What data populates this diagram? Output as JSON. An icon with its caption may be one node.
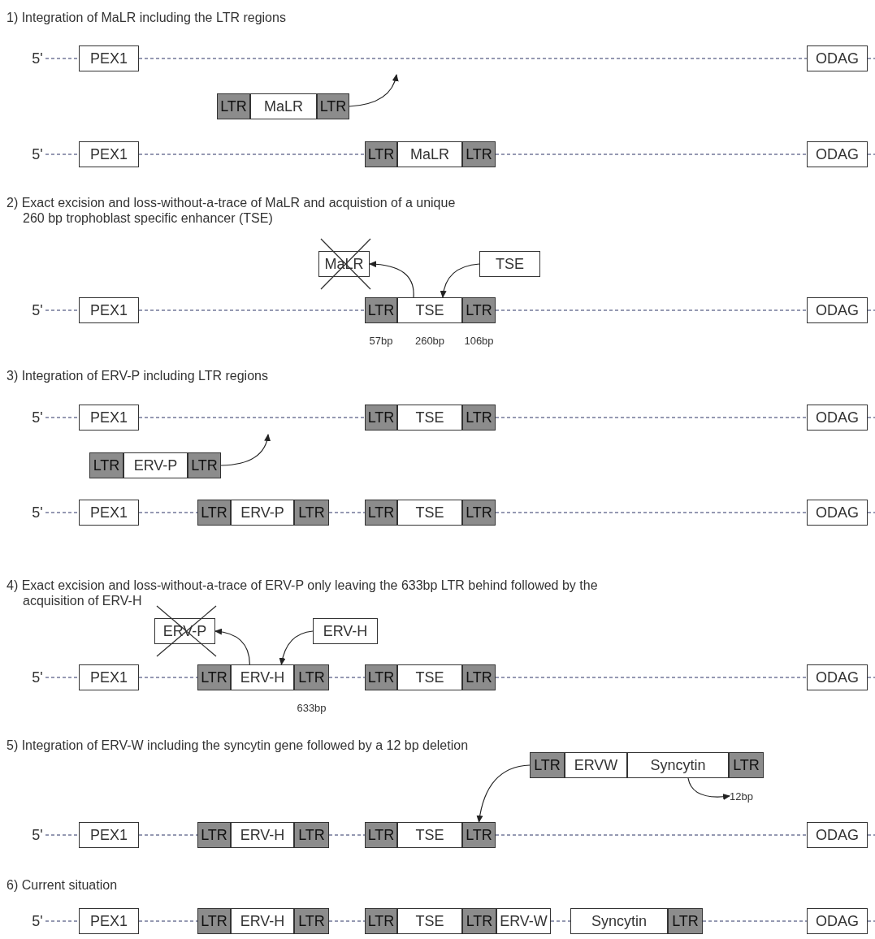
{
  "diagram": {
    "nodes": [
      {
        "text": [
          "5'"
        ]
      },
      {
        "text": [
          "PEX1"
        ]
      },
      {
        "text": [
          "ODAG"
        ]
      },
      {
        "text": [
          "LTR"
        ]
      },
      {
        "text": [
          "MaLR"
        ]
      },
      {
        "text": [
          "LTR"
        ]
      },
      {
        "text": [
          "5'"
        ]
      },
      {
        "text": [
          "PEX1"
        ]
      },
      {
        "text": [
          "LTR"
        ]
      },
      {
        "text": [
          "MaLR"
        ]
      },
      {
        "text": [
          "LTR"
        ]
      },
      {
        "text": [
          "ODAG"
        ]
      },
      {
        "text": [
          "MaLR"
        ]
      },
      {
        "text": [
          "TSE"
        ]
      },
      {
        "text": [
          "5'"
        ]
      },
      {
        "text": [
          "PEX1"
        ]
      },
      {
        "text": [
          "LTR"
        ],
        "beside": [
          "57bp"
        ]
      },
      {
        "text": [
          "TSE"
        ],
        "beside": [
          "260bp"
        ]
      },
      {
        "text": [
          "LTR"
        ],
        "beside": [
          "106bp"
        ]
      },
      {
        "text": [
          "ODAG"
        ]
      },
      {
        "text": [
          "5'"
        ]
      },
      {
        "text": [
          "PEX1"
        ]
      },
      {
        "text": [
          "LTR"
        ]
      },
      {
        "text": [
          "TSE"
        ]
      },
      {
        "text": [
          "LTR"
        ]
      },
      {
        "text": [
          "ODAG"
        ]
      },
      {
        "text": [
          "LTR"
        ]
      },
      {
        "text": [
          "ERV-P"
        ]
      },
      {
        "text": [
          "LTR"
        ]
      },
      {
        "text": [
          "5'"
        ]
      },
      {
        "text": [
          "PEX1"
        ]
      },
      {
        "text": [
          "LTR"
        ]
      },
      {
        "text": [
          "ERV-P"
        ]
      },
      {
        "text": [
          "LTR"
        ]
      },
      {
        "text": [
          "LTR"
        ]
      },
      {
        "text": [
          "TSE"
        ]
      },
      {
        "text": [
          "LTR"
        ]
      },
      {
        "text": [
          "ODAG"
        ]
      },
      {
        "text": [
          "ERV-P"
        ]
      },
      {
        "text": [
          "ERV-H"
        ]
      },
      {
        "text": [
          "5'"
        ]
      },
      {
        "text": [
          "PEX1"
        ]
      },
      {
        "text": [
          "LTR"
        ]
      },
      {
        "text": [
          "ERV-H"
        ]
      },
      {
        "text": [
          "LTR"
        ],
        "beside": [
          "633bp"
        ]
      },
      {
        "text": [
          "LTR"
        ]
      },
      {
        "text": [
          "TSE"
        ]
      },
      {
        "text": [
          "LTR"
        ]
      },
      {
        "text": [
          "ODAG"
        ]
      },
      {
        "text": [
          "LTR"
        ]
      },
      {
        "text": [
          "ERVW"
        ]
      },
      {
        "text": [
          "Syncytin"
        ]
      },
      {
        "text": [
          "LTR"
        ]
      },
      {
        "text": [
          "12bp"
        ]
      },
      {
        "text": [
          "5'"
        ]
      },
      {
        "text": [
          "PEX1"
        ]
      },
      {
        "text": [
          "LTR"
        ]
      },
      {
        "text": [
          "ERV-H"
        ]
      },
      {
        "text": [
          "LTR"
        ]
      },
      {
        "text": [
          "LTR"
        ]
      },
      {
        "text": [
          "TSE"
        ]
      },
      {
        "text": [
          "LTR"
        ]
      },
      {
        "text": [
          "ODAG"
        ]
      },
      {
        "text": [
          "5'"
        ]
      },
      {
        "text": [
          "PEX1"
        ]
      },
      {
        "text": [
          "LTR"
        ]
      },
      {
        "text": [
          "ERV-H"
        ]
      },
      {
        "text": [
          "LTR"
        ]
      },
      {
        "text": [
          "LTR"
        ]
      },
      {
        "text": [
          "TSE"
        ]
      },
      {
        "text": [
          "LTR"
        ]
      },
      {
        "text": [
          "ERV-W"
        ]
      },
      {
        "text": [
          "Syncytin"
        ]
      },
      {
        "text": [
          "LTR"
        ]
      },
      {
        "text": [
          "ODAG"
        ]
      }
    ],
    "edges": [
      {
        "from": 0,
        "to": 1,
        "arrow": "none",
        "style": "dashed"
      },
      {
        "from": 1,
        "to": 2,
        "arrow": "none",
        "style": "dashed"
      },
      {
        "from": 2,
        "to": null,
        "arrow": "none",
        "style": "dashed"
      },
      {
        "from": 5,
        "to": null,
        "arrow": "to"
      },
      {
        "from": 6,
        "to": 7,
        "arrow": "none",
        "style": "dashed"
      },
      {
        "from": 7,
        "to": 8,
        "arrow": "none",
        "style": "dashed"
      },
      {
        "from": 10,
        "to": 11,
        "arrow": "none",
        "style": "dashed"
      },
      {
        "from": 11,
        "to": null,
        "arrow": "none",
        "style": "dashed"
      },
      {
        "from": 17,
        "to": 12,
        "arrow": "to"
      },
      {
        "from": 13,
        "to": 17,
        "arrow": "to"
      },
      {
        "from": 14,
        "to": 15,
        "arrow": "none",
        "style": "dashed"
      },
      {
        "from": 15,
        "to": 16,
        "arrow": "none",
        "style": "dashed"
      },
      {
        "from": 18,
        "to": 19,
        "arrow": "none",
        "style": "dashed"
      },
      {
        "from": 19,
        "to": null,
        "arrow": "none",
        "style": "dashed"
      },
      {
        "from": 20,
        "to": 21,
        "arrow": "none",
        "style": "dashed"
      },
      {
        "from": 21,
        "to": 22,
        "arrow": "none",
        "style": "dashed"
      },
      {
        "from": 24,
        "to": 25,
        "arrow": "none",
        "style": "dashed"
      },
      {
        "from": 25,
        "to": null,
        "arrow": "none",
        "style": "dashed"
      },
      {
        "from": 28,
        "to": null,
        "arrow": "to"
      },
      {
        "from": 29,
        "to": 30,
        "arrow": "none",
        "style": "dashed"
      },
      {
        "from": 30,
        "to": 31,
        "arrow": "none",
        "style": "dashed"
      },
      {
        "from": 33,
        "to": 34,
        "arrow": "none",
        "style": "dashed"
      },
      {
        "from": 36,
        "to": 37,
        "arrow": "none",
        "style": "dashed"
      },
      {
        "from": 37,
        "to": null,
        "arrow": "none",
        "style": "dashed"
      },
      {
        "from": 43,
        "to": 38,
        "arrow": "to"
      },
      {
        "from": 39,
        "to": 43,
        "arrow": "to"
      },
      {
        "from": 40,
        "to": 41,
        "arrow": "none",
        "style": "dashed"
      },
      {
        "from": 41,
        "to": 42,
        "arrow": "none",
        "style": "dashed"
      },
      {
        "from": 44,
        "to": 45,
        "arrow": "none",
        "style": "dashed"
      },
      {
        "from": 47,
        "to": 48,
        "arrow": "none",
        "style": "dashed"
      },
      {
        "from": 48,
        "to": null,
        "arrow": "none",
        "style": "dashed"
      },
      {
        "from": 49,
        "to": 61,
        "arrow": "to"
      },
      {
        "from": 51,
        "to": 53,
        "arrow": "to"
      },
      {
        "from": 54,
        "to": 55,
        "arrow": "none",
        "style": "dashed"
      },
      {
        "from": 55,
        "to": 56,
        "arrow": "none",
        "style": "dashed"
      },
      {
        "from": 58,
        "to": 59,
        "arrow": "none",
        "style": "dashed"
      },
      {
        "from": 61,
        "to": 62,
        "arrow": "none",
        "style": "dashed"
      },
      {
        "from": 62,
        "to": null,
        "arrow": "none",
        "style": "dashed"
      },
      {
        "from": 63,
        "to": 64,
        "arrow": "none",
        "style": "dashed"
      },
      {
        "from": 64,
        "to": 65,
        "arrow": "none",
        "style": "dashed"
      },
      {
        "from": 67,
        "to": 68,
        "arrow": "none",
        "style": "dashed"
      },
      {
        "from": 71,
        "to": 72,
        "arrow": "none",
        "style": "dashed"
      },
      {
        "from": 73,
        "to": 74,
        "arrow": "none",
        "style": "dashed"
      },
      {
        "from": 74,
        "to": null,
        "arrow": "none",
        "style": "dashed"
      }
    ],
    "labels": [
      "1) Integration of MaLR including the LTR regions",
      "2) Exact excision and loss-without-a-trace of MaLR and acquistion of a unique 260 bp trophoblast specific enhancer (TSE)",
      "3) Integration of ERV-P including LTR regions",
      "4) Exact excision and loss-without-a-trace of ERV-P only leaving the 633bp LTR behind followed by the acquisition of ERV-H",
      "5) Integration of ERV-W including the syncytin gene followed by a 12 bp deletion",
      "6) Current situation"
    ]
  }
}
